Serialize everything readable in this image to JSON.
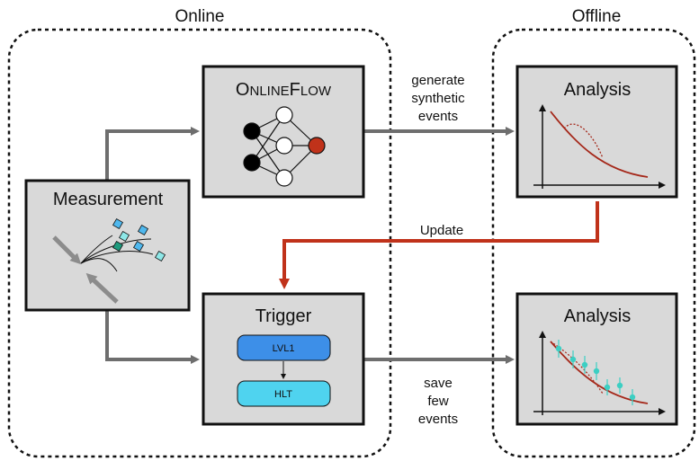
{
  "regions": {
    "online": "Online",
    "offline": "Offline"
  },
  "boxes": {
    "measurement": "Measurement",
    "onlineflow_cap1": "O",
    "onlineflow_small1": "NLINE",
    "onlineflow_cap2": "F",
    "onlineflow_small2": "LOW",
    "trigger": "Trigger",
    "analysis_top": "Analysis",
    "analysis_bottom": "Analysis"
  },
  "trigger_stages": {
    "lvl1": "LVL1",
    "hlt": "HLT"
  },
  "arrows": {
    "generate_line1": "generate",
    "generate_line2": "synthetic",
    "generate_line3": "events",
    "update": "Update",
    "save_line1": "save",
    "save_line2": "few",
    "save_line3": "events"
  },
  "colors": {
    "box_fill": "#d9d9d9",
    "arrow_gray": "#6e6e6e",
    "update_red": "#c0321a",
    "lvl1_blue": "#3d8fe8",
    "hlt_cyan": "#4fd3ef",
    "fit_curve": "#a5281a",
    "data_points": "#3ccfc3"
  },
  "icons": [
    "neural-network-icon",
    "particle-tracks-icon",
    "analysis-plot-icon",
    "data-fit-plot-icon"
  ]
}
